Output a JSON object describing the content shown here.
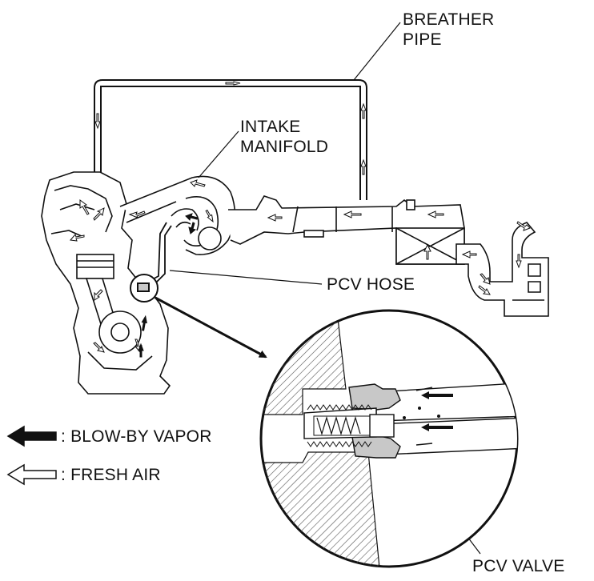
{
  "labels": {
    "breather_pipe": "BREATHER\nPIPE",
    "intake_manifold": "INTAKE\nMANIFOLD",
    "pcv_hose": "PCV HOSE",
    "pcv_valve": "PCV VALVE"
  },
  "legend": {
    "blow_by": ": BLOW-BY VAPOR",
    "fresh_air": ": FRESH AIR"
  },
  "colors": {
    "line": "#111111",
    "valve_fill": "#c8c8c8",
    "hatch": "#555555"
  }
}
